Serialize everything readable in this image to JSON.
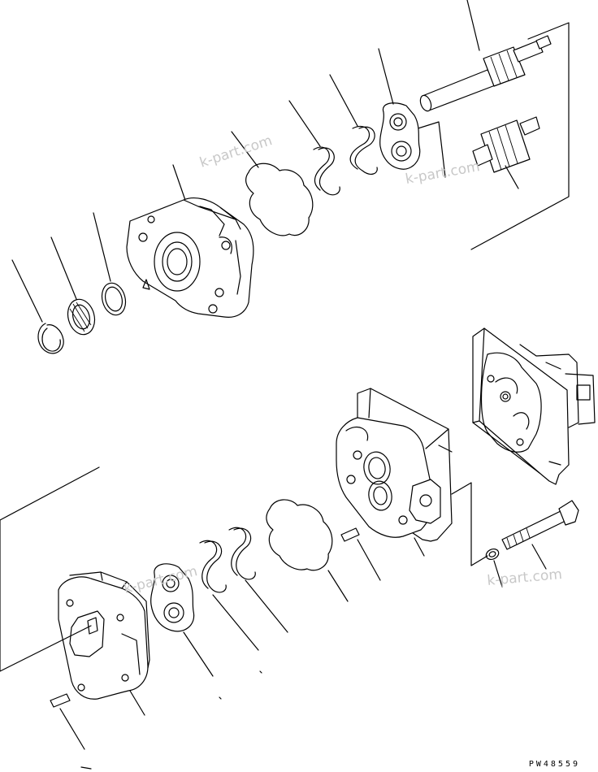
{
  "watermarks": [
    "k-part.com",
    "k-part.com",
    "k-part.com",
    "k-part.com"
  ],
  "drawing_code": "PW48559",
  "colors": {
    "line": "#000000",
    "watermark": "#c8c8c8",
    "background": "#ffffff"
  }
}
